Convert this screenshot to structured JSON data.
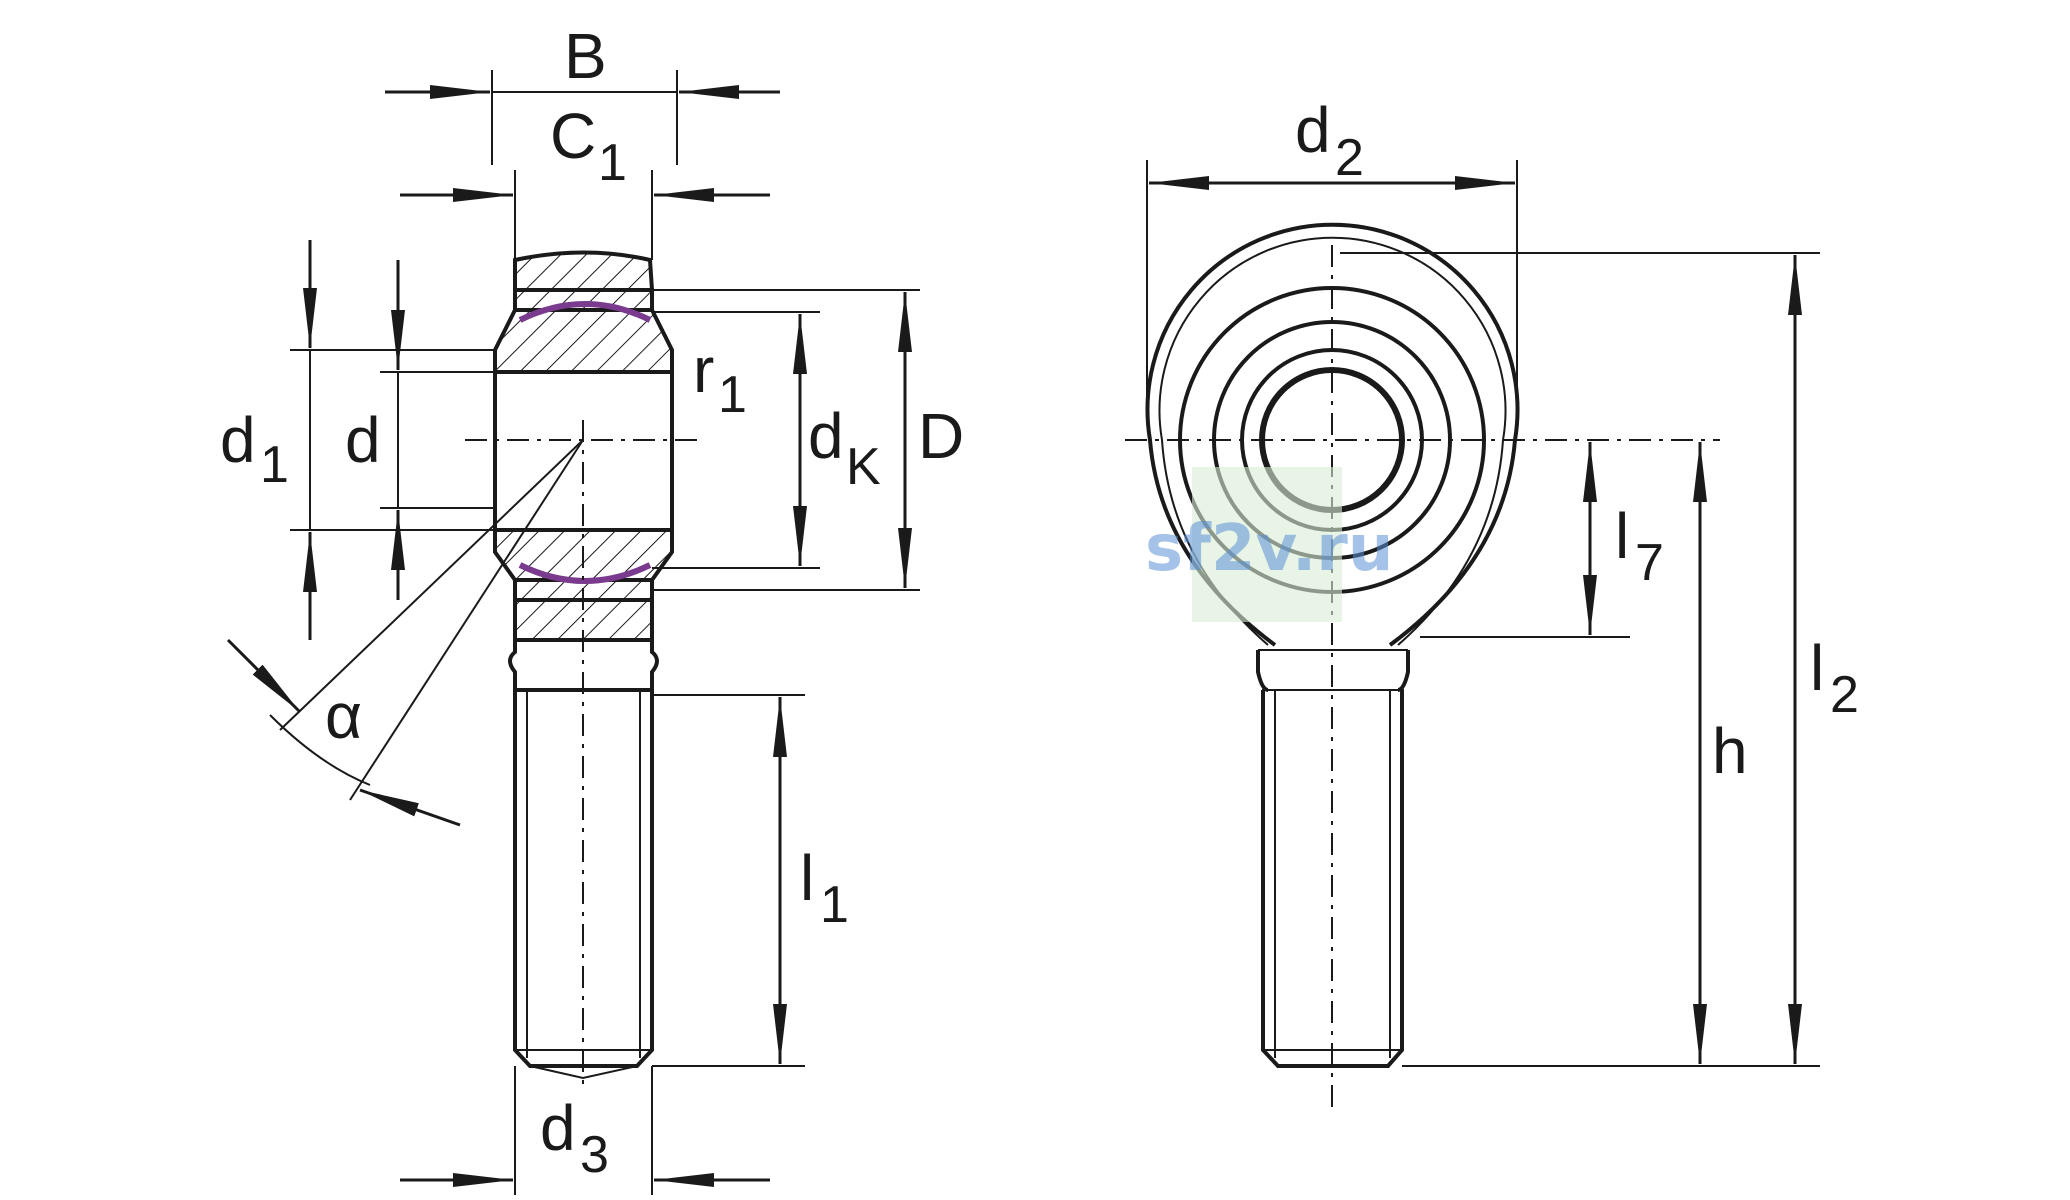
{
  "labels": {
    "B": "B",
    "C1_main": "C",
    "C1_sub": "1",
    "d1_main": "d",
    "d1_sub": "1",
    "d": "d",
    "dK_main": "d",
    "dK_sub": "K",
    "D": "D",
    "r1_main": "r",
    "r1_sub": "1",
    "alpha": "α",
    "l1_main": "l",
    "l1_sub": "1",
    "d3_main": "d",
    "d3_sub": "3",
    "d2_main": "d",
    "d2_sub": "2",
    "l7_main": "l",
    "l7_sub": "7",
    "h": "h",
    "l2_main": "l",
    "l2_sub": "2"
  },
  "watermark": "sf2v.ru",
  "colors": {
    "line": "#1a1a1a",
    "liner": "#7a3b8f",
    "watermark": "#5b8fd6"
  }
}
